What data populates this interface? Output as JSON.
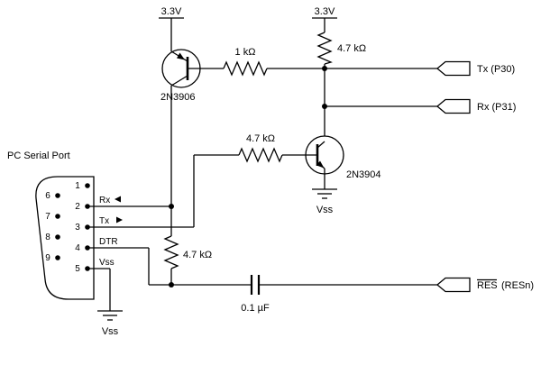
{
  "schematic": {
    "title": "PC Serial Port",
    "power_rails": {
      "left": "3.3V",
      "right": "3.3V"
    },
    "connector": {
      "pins": [
        {
          "number": "1",
          "label": ""
        },
        {
          "number": "2",
          "label": "Rx"
        },
        {
          "number": "3",
          "label": "Tx"
        },
        {
          "number": "4",
          "label": "DTR"
        },
        {
          "number": "5",
          "label": "Vss"
        },
        {
          "number": "6",
          "label": ""
        },
        {
          "number": "7",
          "label": ""
        },
        {
          "number": "8",
          "label": ""
        },
        {
          "number": "9",
          "label": ""
        }
      ]
    },
    "components": {
      "q1": {
        "part": "2N3906",
        "type": "PNP"
      },
      "q2": {
        "part": "2N3904",
        "type": "NPN"
      },
      "r1": {
        "value": "1 kΩ"
      },
      "r2": {
        "value": "4.7 kΩ"
      },
      "r3": {
        "value": "4.7 kΩ"
      },
      "r4": {
        "value": "4.7 kΩ"
      },
      "c1": {
        "value": "0.1 µF"
      }
    },
    "grounds": {
      "q2": "Vss",
      "connector": "Vss"
    },
    "outputs": {
      "tx": "Tx (P30)",
      "rx": "Rx (P31)",
      "res_name": "RES",
      "res_suffix": "(RESn)"
    }
  }
}
